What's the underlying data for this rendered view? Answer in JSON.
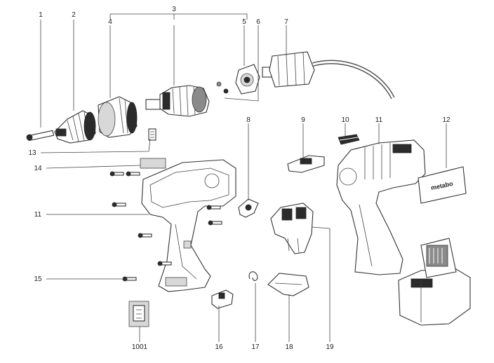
{
  "labels": {
    "l1": "1",
    "l2": "2",
    "l3": "3",
    "l4": "4",
    "l5": "5",
    "l6": "6",
    "l7": "7",
    "l8": "8",
    "l9": "9",
    "l10": "10",
    "l11a": "11",
    "l11b": "11",
    "l12": "12",
    "l13": "13",
    "l14": "14",
    "l15": "15",
    "l16": "16",
    "l17": "17",
    "l18": "18",
    "l19": "19",
    "l1001": "1001"
  },
  "logo_text": "metabo"
}
